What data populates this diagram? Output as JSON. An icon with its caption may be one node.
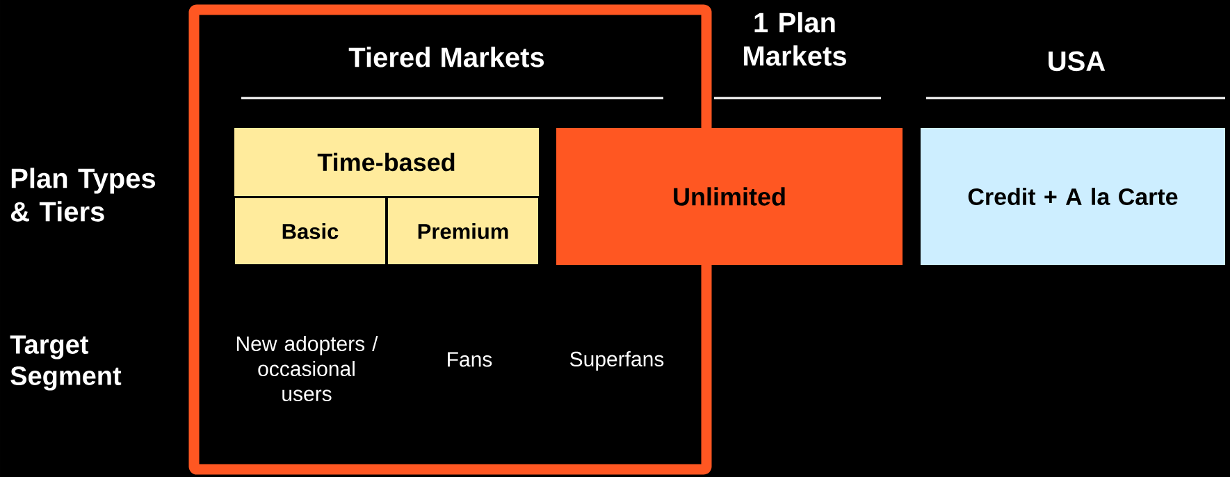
{
  "diagram": {
    "nodes": [
      {
        "text": [
          "Tiered Markets"
        ]
      },
      {
        "text": [
          "Time-based"
        ],
        "in": 0
      },
      {
        "text": [
          "Basic"
        ],
        "in": 0
      },
      {
        "text": [
          "Premium"
        ],
        "in": 0
      },
      {
        "text": [
          "Unlimited"
        ]
      },
      {
        "text": [
          "Credit + A la Carte"
        ]
      }
    ],
    "labels": [
      "1 Plan Markets",
      "USA",
      "Plan Types & Tiers",
      "Target Segment",
      "New adopters / occasional users",
      "Fans",
      "Superfans"
    ]
  }
}
